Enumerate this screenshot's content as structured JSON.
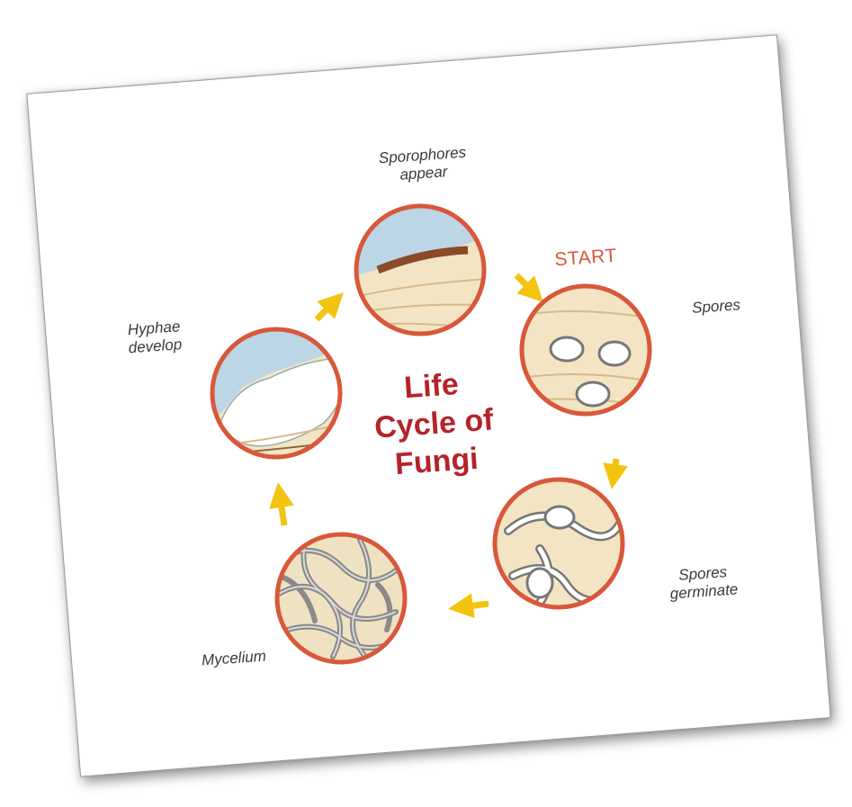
{
  "diagram": {
    "center_title": [
      "Life",
      "Cycle of",
      "Fungi"
    ],
    "start_label": "START",
    "stages": [
      {
        "id": "sporophores",
        "label": [
          "Sporophores",
          "appear"
        ]
      },
      {
        "id": "spores",
        "label": [
          "Spores"
        ]
      },
      {
        "id": "germinate",
        "label": [
          "Spores",
          "germinate"
        ]
      },
      {
        "id": "mycelium",
        "label": [
          "Mycelium"
        ]
      },
      {
        "id": "hyphae",
        "label": [
          "Hyphae",
          "develop"
        ]
      }
    ],
    "colors": {
      "circle_border": "#d9573a",
      "arrow": "#f2c40f",
      "center_text": "#b5232a",
      "sky": "#bcd6e6",
      "wood": "#f3e5c4"
    }
  }
}
